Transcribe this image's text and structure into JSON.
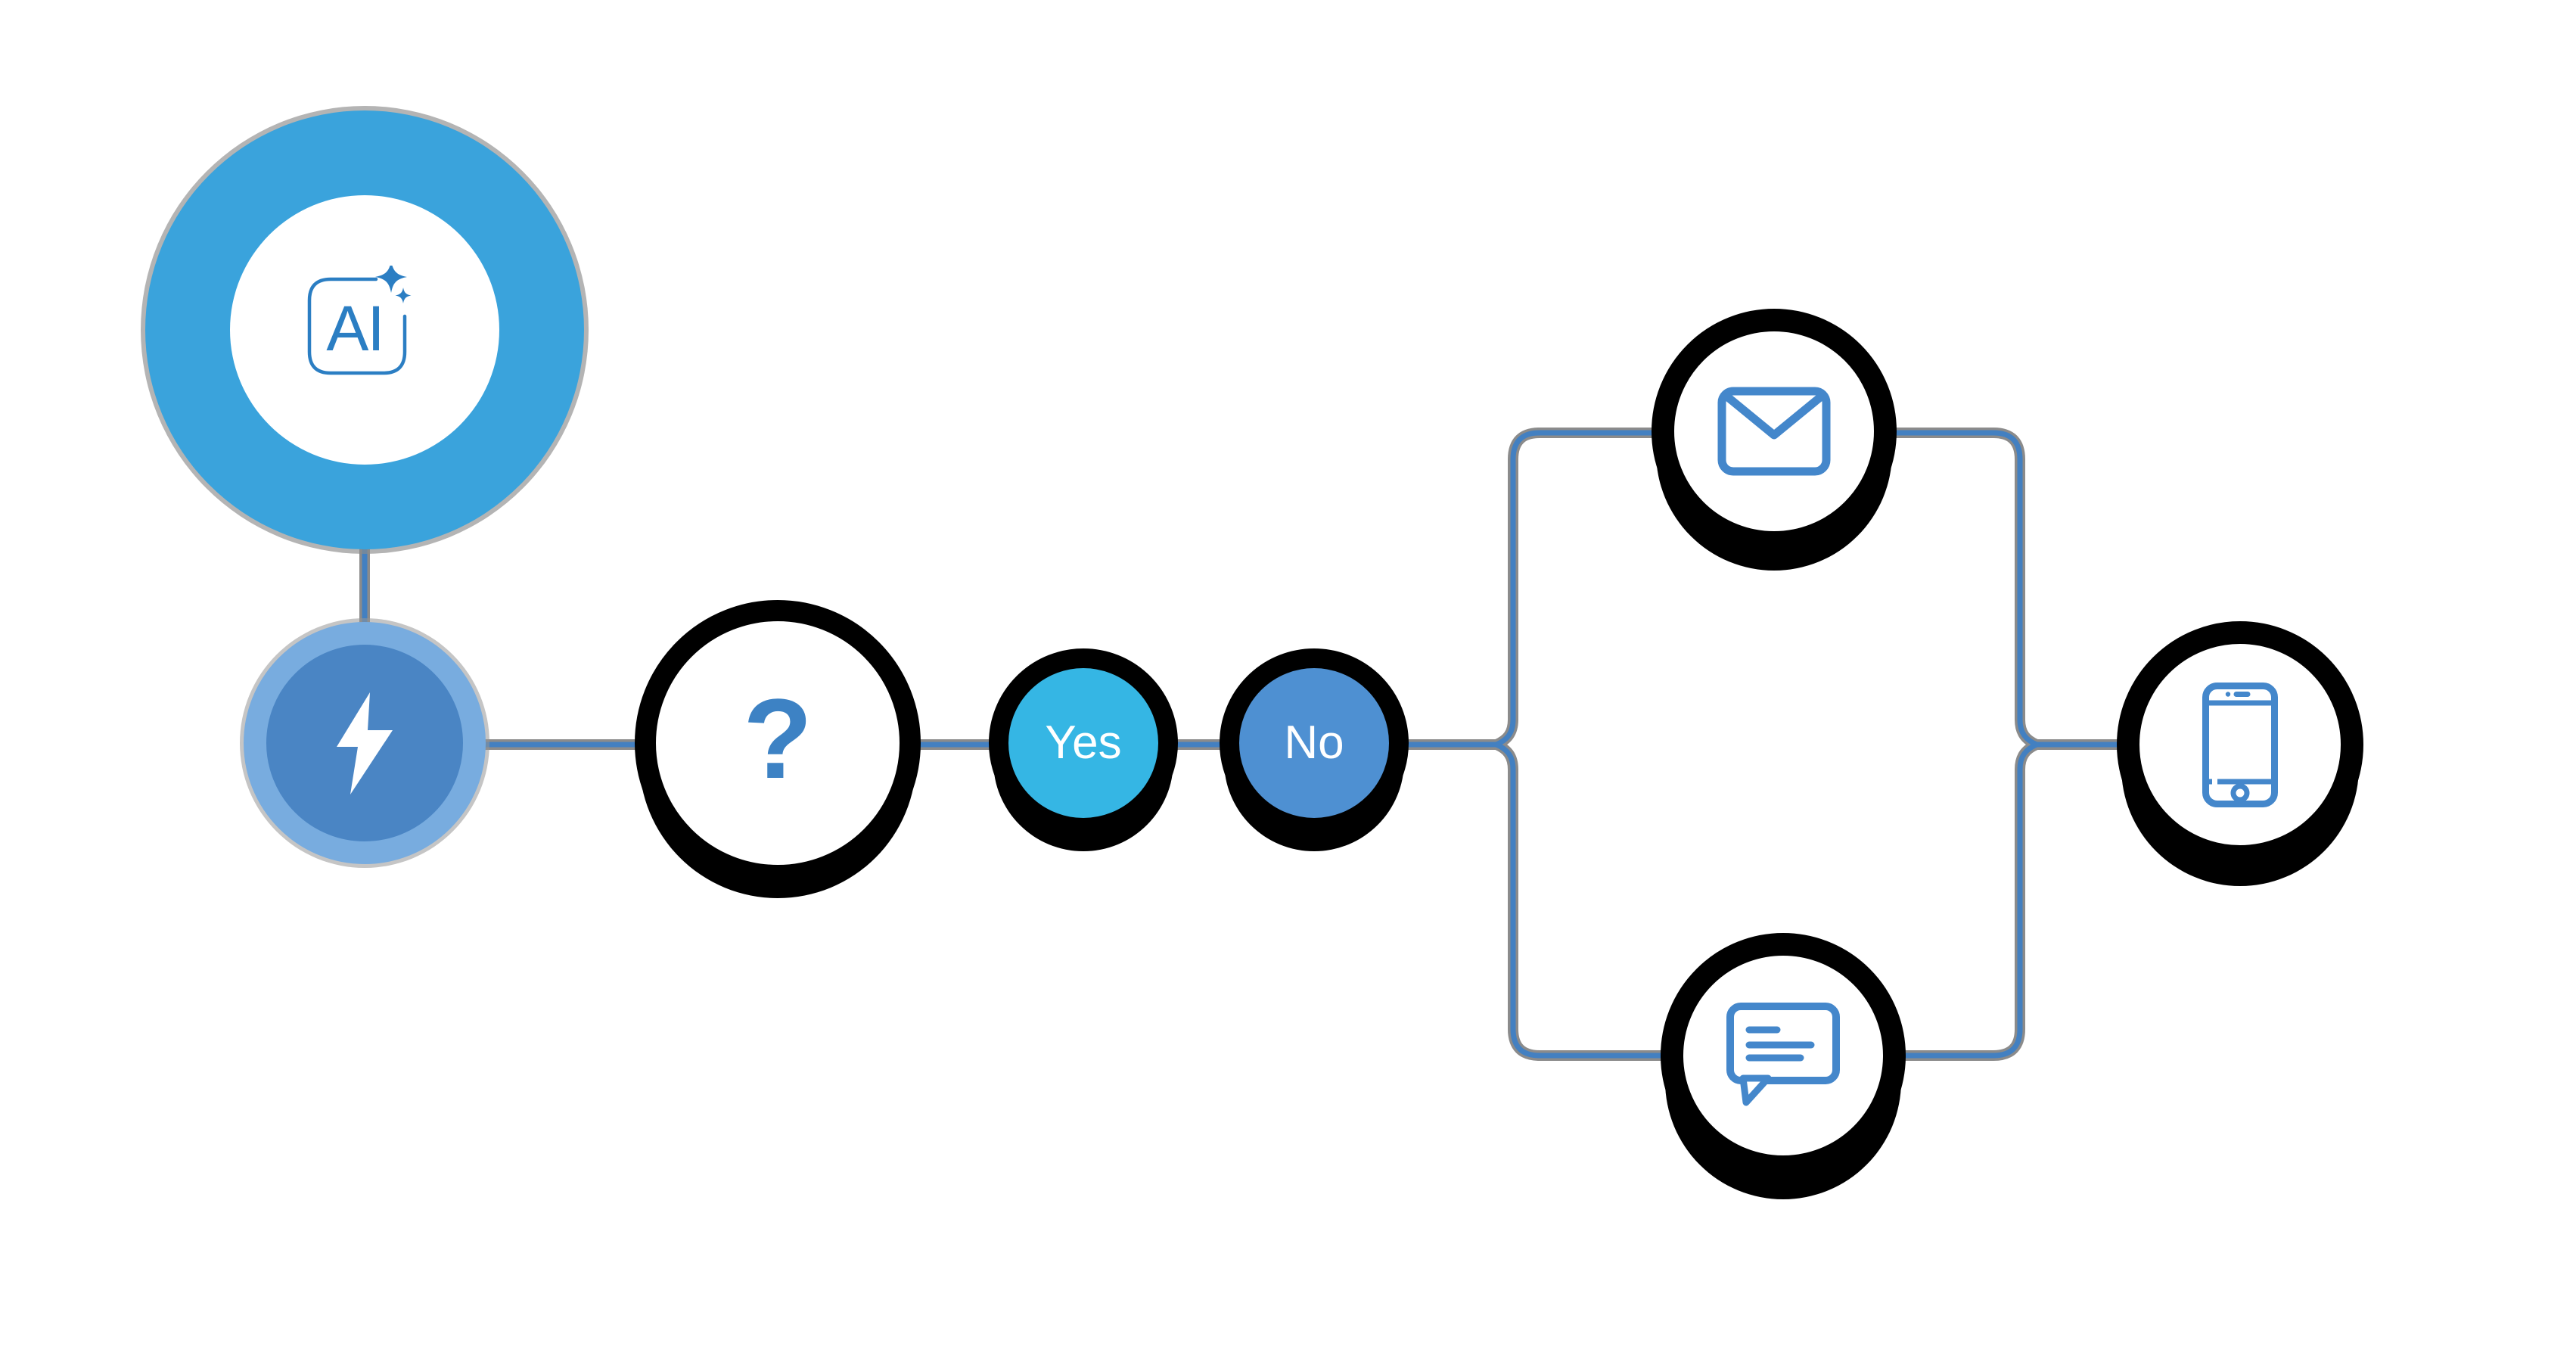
{
  "diagram": {
    "type": "workflow-flowchart",
    "nodes": {
      "ai_trigger": {
        "label": "AI",
        "icon": "ai-sparkles-icon"
      },
      "automation": {
        "icon": "lightning-bolt-icon"
      },
      "decision": {
        "label": "?"
      },
      "yes": {
        "label": "Yes"
      },
      "no": {
        "label": "No"
      },
      "email": {
        "icon": "email-envelope-icon"
      },
      "chat": {
        "icon": "chat-bubble-icon"
      },
      "phone": {
        "icon": "smartphone-icon"
      }
    },
    "colors": {
      "canvas_bg": "#ffffff",
      "connector_blue": "#4380c1",
      "connector_casing_gray": "#8b8b8b",
      "node_ring_black": "#000000",
      "ai_disc_blue": "#3aa3dc",
      "ai_icon_blue": "#2b7ec3",
      "lightning_disc_blue": "#4a85c4",
      "lightning_halo_blue": "#78acdf",
      "question_mark_blue": "#3d82c4",
      "yes_cyan": "#35b6e4",
      "no_blue": "#4e90d2",
      "channel_icon_blue": "#4487cb",
      "label_white": "#ffffff"
    }
  }
}
